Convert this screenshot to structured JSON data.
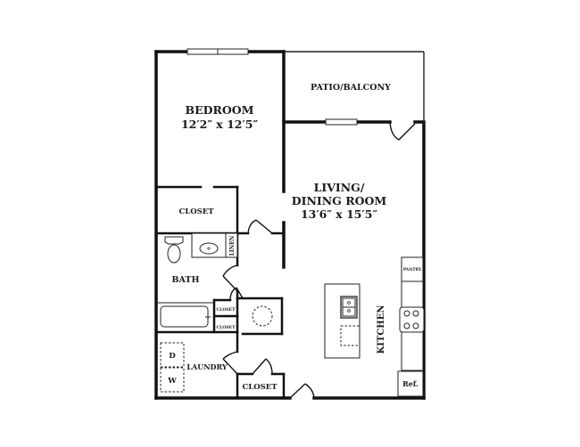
{
  "floorplan": {
    "rooms": {
      "bedroom": {
        "name": "BEDROOM",
        "dimensions": "12′2″ x 12′5″"
      },
      "patio": {
        "name": "PATIO/BALCONY"
      },
      "living": {
        "name_line1": "LIVING/",
        "name_line2": "DINING ROOM",
        "dimensions": "13′6″ x 15′5″"
      },
      "bedroom_closet": {
        "name": "CLOSET"
      },
      "linen": {
        "name": "LINEN"
      },
      "bath": {
        "name": "BATH"
      },
      "hall_closet_1": {
        "name": "CLOSET"
      },
      "hall_closet_2": {
        "name": "CLOSET"
      },
      "laundry": {
        "name": "LAUNDRY"
      },
      "entry_closet": {
        "name": "CLOSET"
      },
      "kitchen": {
        "name": "KITCHEN"
      }
    },
    "fixtures": {
      "pantry": "PANTRY",
      "refrigerator": "Ref.",
      "dryer": "D",
      "washer": "W"
    },
    "colors": {
      "wall": "#111111",
      "background": "#ffffff"
    }
  }
}
